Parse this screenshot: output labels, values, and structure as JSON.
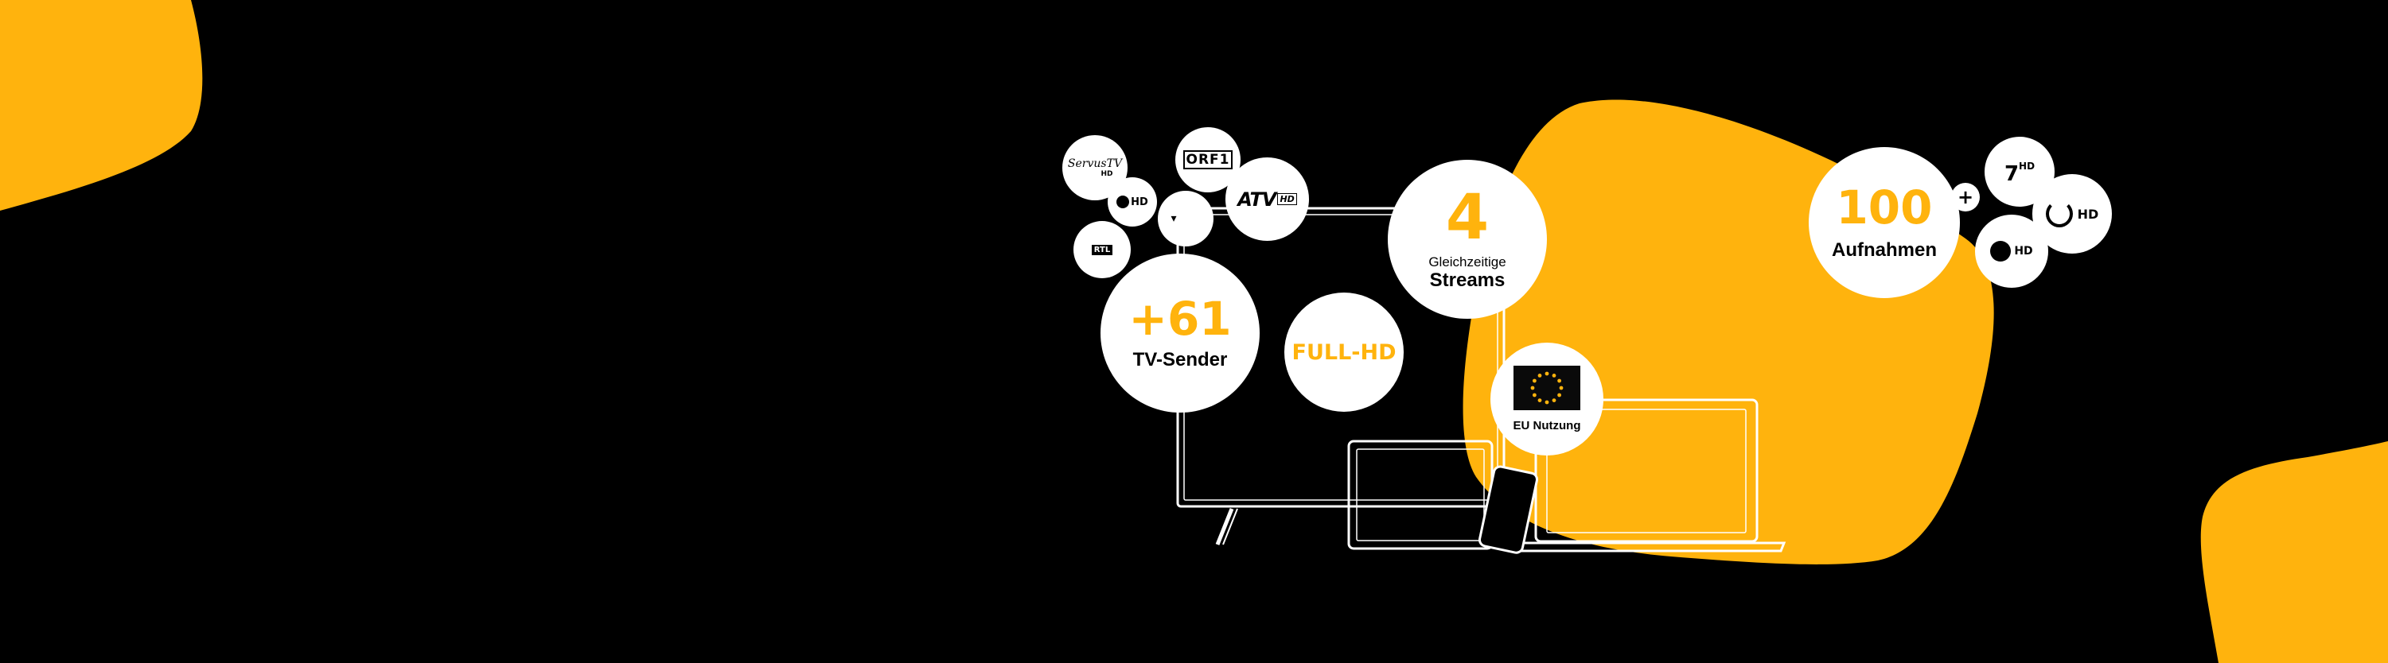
{
  "colors": {
    "accent": "#FFB30D",
    "background": "#000000",
    "circle": "#FFFFFF",
    "text": "#000000"
  },
  "features": {
    "channels": {
      "value": "+61",
      "label": "TV-Sender"
    },
    "quality": {
      "value": "FULL-HD"
    },
    "streams": {
      "value": "4",
      "line1": "Gleichzeitige",
      "line2": "Streams"
    },
    "eu": {
      "label": "EU Nutzung",
      "icon": "eu-flag-icon"
    },
    "recordings": {
      "value": "100",
      "label": "Aufnahmen",
      "plus": "+"
    }
  },
  "logos": {
    "servus": "ServusTV",
    "servus_hd": "HD",
    "orf1": "ORF1",
    "atv": "ATV",
    "atv_hd": "HD",
    "puls4_hd": "HD",
    "rtl": "RTL",
    "prosieben_hd": "HD",
    "kabel1_hd": "HD",
    "sat1_hd": "HD"
  },
  "devices": [
    "tv-outline",
    "tablet-outline",
    "phone-outline",
    "laptop-outline"
  ]
}
